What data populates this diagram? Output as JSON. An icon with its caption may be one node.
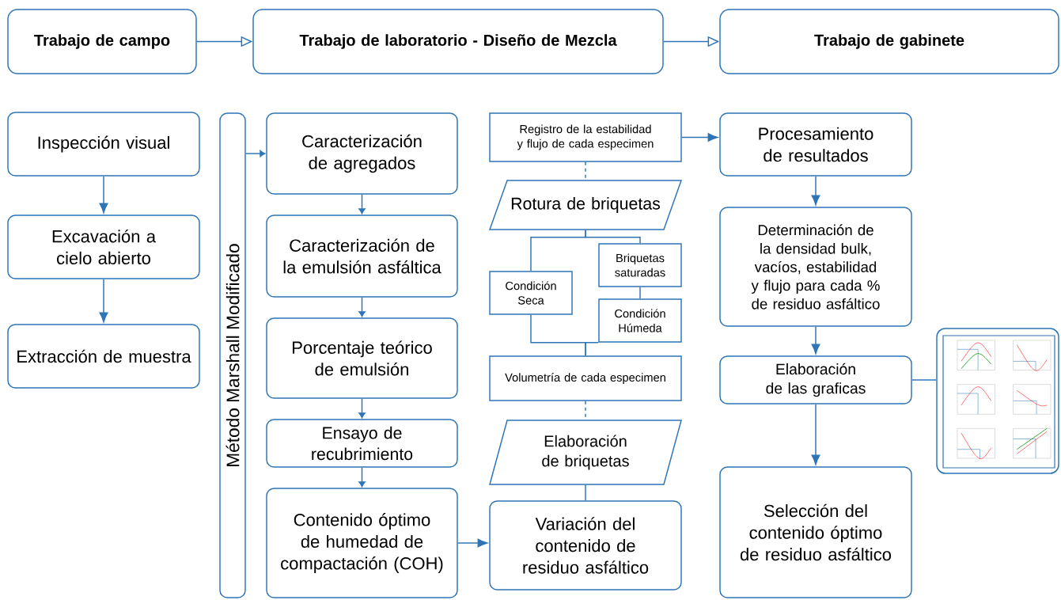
{
  "diagram": {
    "nodes": [
      {
        "text": [
          "Trabajo de campo"
        ]
      },
      {
        "text": [
          "Trabajo de laboratorio - Diseño de Mezcla"
        ]
      },
      {
        "text": [
          "Trabajo de gabinete"
        ]
      },
      {
        "text": [
          "Inspección visual"
        ]
      },
      {
        "text": [
          "Excavación a cielo abierto"
        ]
      },
      {
        "text": [
          "Extracción de muestra"
        ]
      },
      {
        "text": [
          "Método Marshall Modificado"
        ]
      },
      {
        "text": [
          "Caracterización de agregados"
        ]
      },
      {
        "text": [
          "Caracterización de la emulsión asfáltica"
        ]
      },
      {
        "text": [
          "Porcentaje teórico de emulsión"
        ]
      },
      {
        "text": [
          "Ensayo de recubrimiento"
        ]
      },
      {
        "text": [
          "Contenido óptimo de humedad de compactación (COH)"
        ]
      },
      {
        "text": [
          "Registro de la estabilidad y flujo de cada especimen"
        ]
      },
      {
        "text": [
          "Rotura de briquetas"
        ]
      },
      {
        "text": [
          "Condición Seca"
        ]
      },
      {
        "text": [
          "Briquetas saturadas"
        ]
      },
      {
        "text": [
          "Condición Húmeda"
        ]
      },
      {
        "text": [
          "Volumetría de cada especimen"
        ]
      },
      {
        "text": [
          "Elaboración de briquetas"
        ]
      },
      {
        "text": [
          "Variación del contenido de residuo asfáltico"
        ]
      },
      {
        "text": [
          "Procesamiento de resultados"
        ]
      },
      {
        "text": [
          "Determinación de la densidad bulk, vacíos, estabilidad y flujo para cada % de residuo asfáltico"
        ]
      },
      {
        "text": [
          "Elaboración de las graficas"
        ]
      },
      {
        "text": [
          "Selección del contenido óptimo de residuo asfáltico"
        ]
      },
      {
        "text": [],
        "shape": "picture"
      }
    ],
    "edges": [
      {
        "from": 0,
        "to": 1,
        "arrow": "to"
      },
      {
        "from": 1,
        "to": 2,
        "arrow": "to"
      },
      {
        "from": 3,
        "to": 4,
        "arrow": "to"
      },
      {
        "from": 4,
        "to": 5,
        "arrow": "to"
      },
      {
        "from": 6,
        "to": 7,
        "arrow": "to"
      },
      {
        "from": 7,
        "to": 8,
        "arrow": "to"
      },
      {
        "from": 8,
        "to": 9,
        "arrow": "to"
      },
      {
        "from": 9,
        "to": 10,
        "arrow": "to"
      },
      {
        "from": 10,
        "to": 11,
        "arrow": "to"
      },
      {
        "from": 11,
        "to": 19,
        "arrow": "to"
      },
      {
        "from": 12,
        "to": 13,
        "arrow": "none",
        "style": "dashed"
      },
      {
        "from": 13,
        "to": 14,
        "arrow": "none"
      },
      {
        "from": 13,
        "to": 15,
        "arrow": "none"
      },
      {
        "from": 15,
        "to": 16,
        "arrow": "none"
      },
      {
        "from": 14,
        "to": 17,
        "arrow": "none"
      },
      {
        "from": 16,
        "to": 17,
        "arrow": "none"
      },
      {
        "from": 17,
        "to": 18,
        "arrow": "none",
        "style": "dashed"
      },
      {
        "from": 18,
        "to": 19,
        "arrow": "none"
      },
      {
        "from": 12,
        "to": 20,
        "arrow": "to"
      },
      {
        "from": 20,
        "to": 21,
        "arrow": "to"
      },
      {
        "from": 21,
        "to": 22,
        "arrow": "to"
      },
      {
        "from": 22,
        "to": 23,
        "arrow": "to"
      },
      {
        "from": 22,
        "to": 24,
        "arrow": "none"
      }
    ]
  }
}
